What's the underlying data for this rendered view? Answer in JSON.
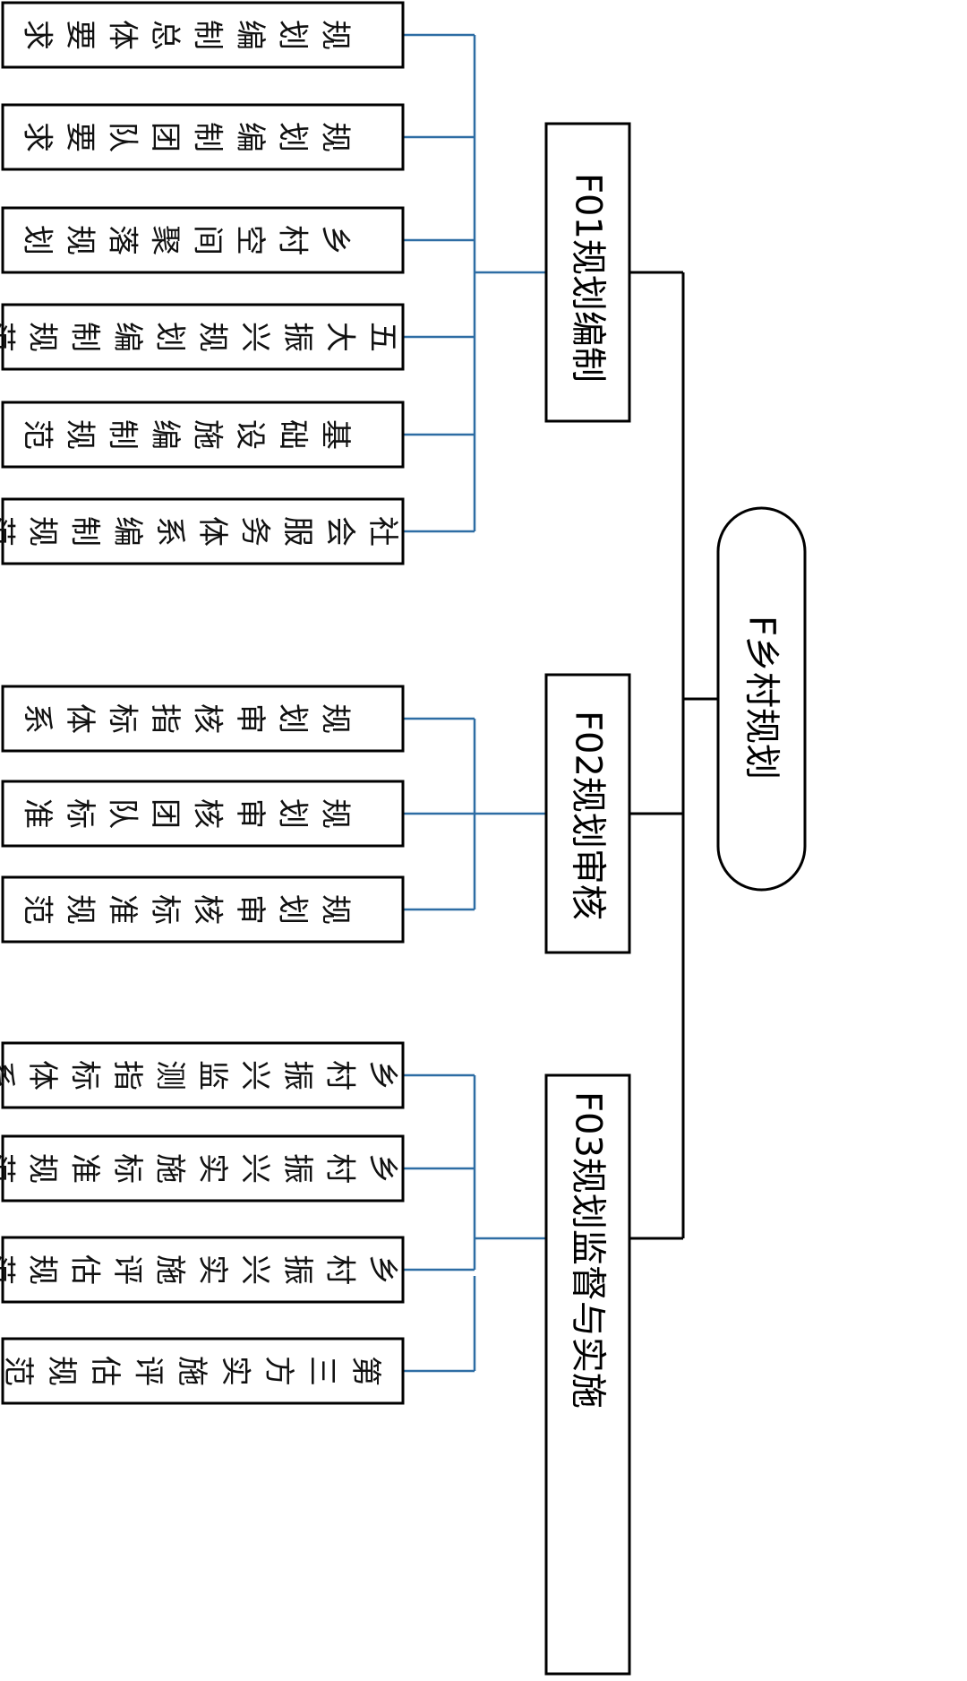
{
  "diagram": {
    "type": "tree",
    "orientation": "rotated-90-clockwise",
    "colors": {
      "box_border": "#000000",
      "trunk_connector": "#000000",
      "branch_connector": "#2e6da4",
      "background": "#ffffff"
    },
    "root": {
      "label": "F乡村规划"
    },
    "groups": [
      {
        "label": "F01规划编制",
        "children": [
          "规划编制总体要求",
          "规划编制团队要求",
          "乡村空间聚落规划",
          "五大振兴规划编制规范",
          "基础设施编制规范",
          "社会服务体系编制规范"
        ]
      },
      {
        "label": "F02规划审核",
        "children": [
          "规划审核指标体系",
          "规划审核团队标准",
          "规划审核标准规范"
        ]
      },
      {
        "label": "F03规划监督与实施",
        "children": [
          "乡村振兴监测指标体系",
          "乡村振兴实施标准规范",
          "乡村振兴实施评估规范",
          "第三方实施评估规范"
        ]
      }
    ]
  }
}
